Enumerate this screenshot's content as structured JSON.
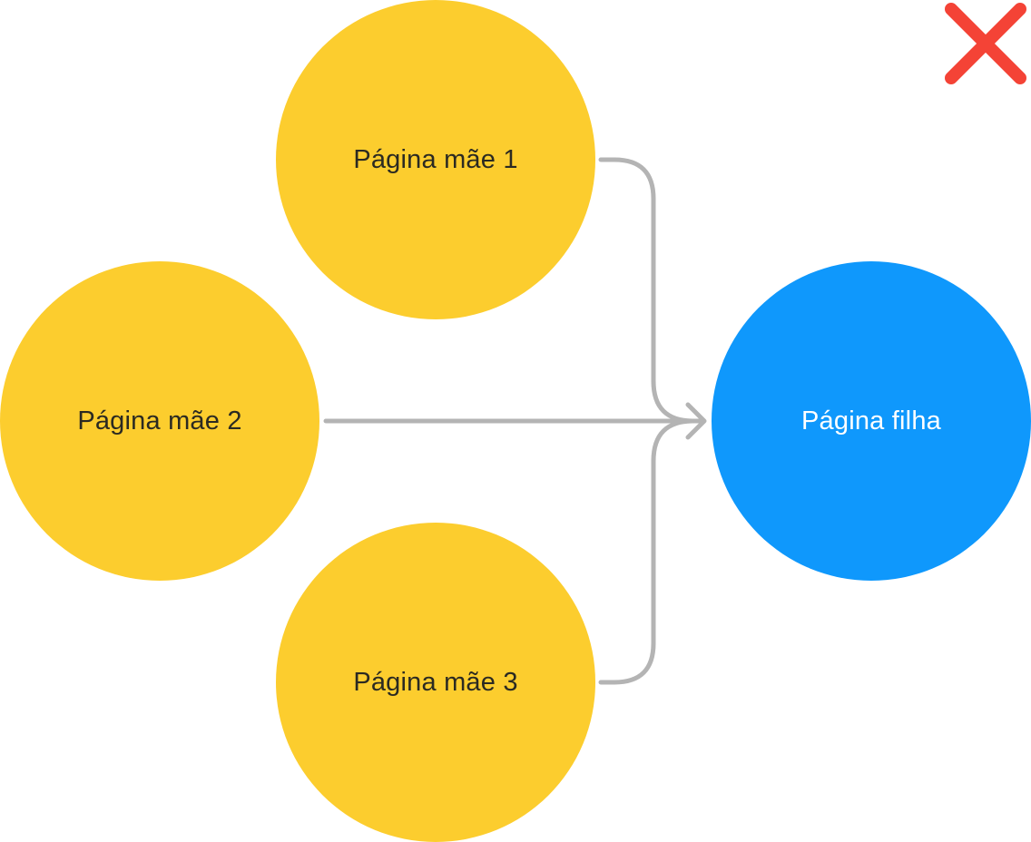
{
  "diagram": {
    "parents": [
      {
        "id": "parent-1",
        "label": "Página mãe 1"
      },
      {
        "id": "parent-2",
        "label": "Página mãe 2"
      },
      {
        "id": "parent-3",
        "label": "Página mãe 3"
      }
    ],
    "child": {
      "id": "child",
      "label": "Página filha"
    },
    "edges": [
      {
        "from": "parent-1",
        "to": "child"
      },
      {
        "from": "parent-2",
        "to": "child"
      },
      {
        "from": "parent-3",
        "to": "child"
      }
    ],
    "marker": {
      "icon": "close-icon",
      "meaning": "incorrect"
    }
  },
  "colors": {
    "background": "#ffffff",
    "parent_fill": "#fccd2e",
    "parent_text": "#2b2a22",
    "child_fill": "#0f98fc",
    "child_text": "#ffffff",
    "connector": "#b4b4b4",
    "x_mark": "#f44336"
  }
}
